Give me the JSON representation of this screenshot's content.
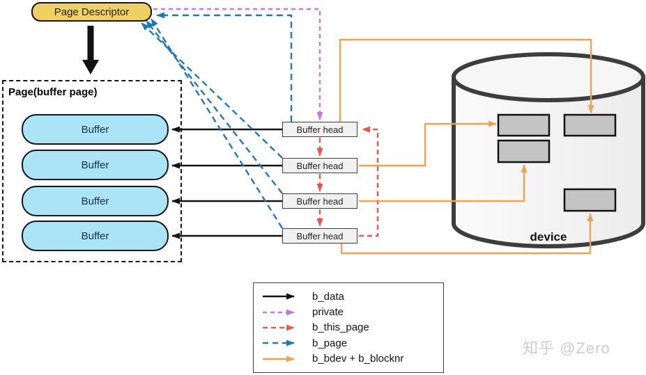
{
  "diagram": {
    "page_descriptor": {
      "label": "Page Descriptor"
    },
    "page": {
      "label": "Page(buffer page)",
      "buffers": [
        "Buffer",
        "Buffer",
        "Buffer",
        "Buffer"
      ]
    },
    "buffer_heads": [
      "Buffer head",
      "Buffer head",
      "Buffer head",
      "Buffer head"
    ],
    "device": {
      "label": "device",
      "block_count": 4
    },
    "legend": {
      "items": [
        {
          "label": "b_data",
          "color": "#111111",
          "style": "solid"
        },
        {
          "label": "private",
          "color": "#c675e8",
          "style": "dashed"
        },
        {
          "label": "b_this_page",
          "color": "#e8564e",
          "style": "dashed"
        },
        {
          "label": "b_page",
          "color": "#2076b8",
          "style": "dashed"
        },
        {
          "label": "b_bdev + b_blocknr",
          "color": "#f2a14e",
          "style": "solid"
        }
      ]
    },
    "watermark": "知乎 @Zero",
    "colors": {
      "page_descriptor_fill": "#f0d063",
      "buffer_fill": "#abe4f7",
      "buffer_head_fill": "#f1f1f1",
      "block_fill": "#c4c4c4",
      "cylinder_fill": "#f5f5f5",
      "cylinder_stroke": "#3d3d3d",
      "b_data": "#111111",
      "private": "#c675e8",
      "b_this_page": "#e8564e",
      "b_page": "#2076b8",
      "b_bdev": "#f2a14e"
    }
  }
}
